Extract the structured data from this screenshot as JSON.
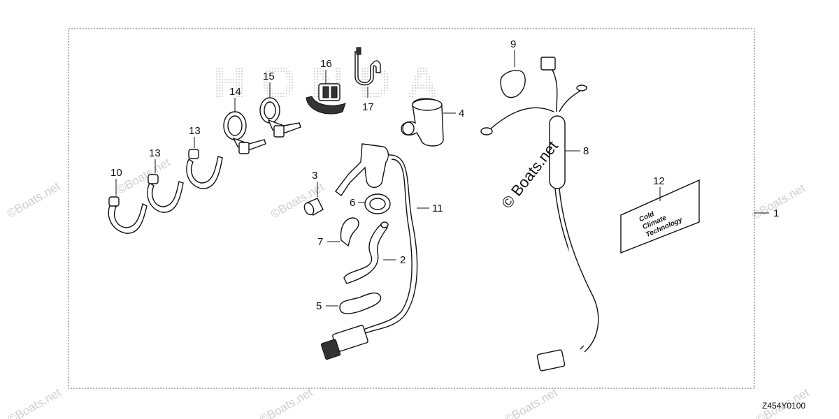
{
  "diagram": {
    "part_labels": {
      "p1": "1",
      "p2": "2",
      "p3": "3",
      "p4": "4",
      "p5": "5",
      "p6": "6",
      "p7": "7",
      "p8": "8",
      "p9": "9",
      "p10": "10",
      "p11": "11",
      "p12": "12",
      "p13a": "13",
      "p13b": "13",
      "p14": "14",
      "p15": "15",
      "p16": "16",
      "p17": "17"
    },
    "background_logo": "HONDA",
    "watermark": "©Boats.net",
    "center_watermark": "© Boats.net",
    "decal_text": [
      "Cold",
      "Climate",
      "Technology"
    ],
    "diagram_code": "Z454Y0100"
  }
}
